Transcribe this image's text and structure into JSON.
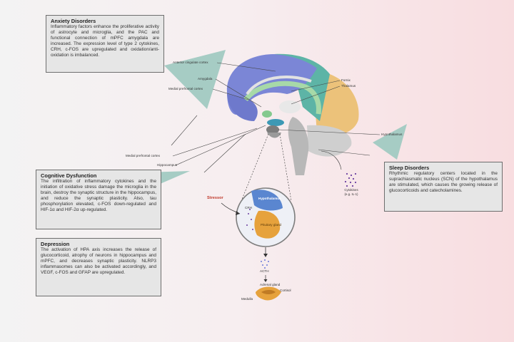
{
  "boxes": {
    "anxiety": {
      "title": "Anxiety Disorders",
      "body": "Inflammatory factors enhance the proliferative activity of astrocyte and microglia, and the PAC and functional connection of mPFC amygdala are increased. The expression level of type 2 cytokines, CRH, c-FOS are upregulated and oxidation/anti-oxidation is imbalanced."
    },
    "cognitive": {
      "title": "Cognitive Dysfunction",
      "body": "The infiltration of inflammatory cytokines and the initiation of oxidative stress damage the microglia in the brain, destroy the synaptic structure in the hippocampus, and reduce the synaptic plasticity. Also, tau phosphorylation elevated, c-FOS down-regulated and HIF-1α and HIF-2α up-regulated."
    },
    "depression": {
      "title": "Depression",
      "body": "The activation of HPA axis increases the release of glucocorticoid, atrophy of neurons in hippocampus and mPFC, and decreases synaptic plasticity. NLRP3 inflammasomes can also be activated accordingly, and VEGF, c-FOS and GFAP are upregulated."
    },
    "sleep": {
      "title": "Sleep Disorders",
      "body": "Rhythmic regulatory centers located in the suprachiasmatic nucleus (SCN) of the hypothalamus are stimulated, which causes the growing release of glucocorticoids and catecholamines."
    }
  },
  "labels": {
    "anterior_cingulate": "Anterior cingulate cortex",
    "amygdala": "Amygdala",
    "medial_prefrontal_1": "Medial prefrontal cortex",
    "fornix": "Fornix",
    "thalamus": "Thalamus",
    "hypothalamus": "Hypothalamus",
    "medial_prefrontal_2": "Medial prefrontal cortex",
    "hippocampus": "Hippocampus",
    "stressor": "Stressor",
    "cytokines_line1": "Cytokines",
    "cytokines_line2": "(e.g. IL-1)",
    "inset_hypothalamus": "Hypothalamus",
    "crh": "CRH",
    "pituitary": "Pituitary gland",
    "acth": "ACTH",
    "adrenal": "Adrenal gland",
    "cortex": "Cortisol",
    "medulla": "Medulla"
  },
  "colors": {
    "frontal": "#7b86d6",
    "parietal": "#5db4a6",
    "occipital": "#ecc27a",
    "limbic": "#a7d9a8",
    "callout": "#a6ccc4",
    "box_bg": "#e6e6e6",
    "box_border": "#6e6e6e",
    "stressor": "#c0392b",
    "cytokine_dot": "#6b3fa0"
  }
}
